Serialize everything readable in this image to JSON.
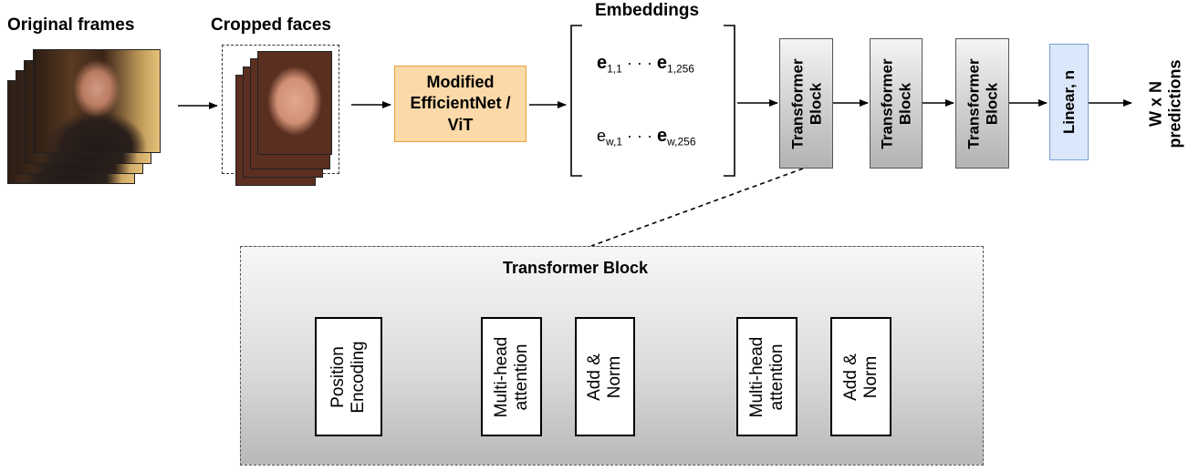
{
  "labels": {
    "original_frames": "Original frames",
    "cropped_faces": "Cropped faces",
    "embeddings": "Embeddings",
    "transformer_block_title": "Transformer Block"
  },
  "model": {
    "line1": "Modified",
    "line2": "EfficientNet /",
    "line3": "ViT"
  },
  "embeddings": {
    "row1": {
      "first": "e",
      "first_sub": "1,1",
      "dots": "· · ·",
      "last": "e",
      "last_sub": "1,256"
    },
    "row2": {
      "first": "e",
      "first_sub": "w,1",
      "dots": "· · ·",
      "last": "e",
      "last_sub": "w,256"
    }
  },
  "blocks": {
    "transformer_1": "Transformer Block",
    "transformer_2": "Transformer Block",
    "transformer_3": "Transformer Block",
    "linear": "Linear, n",
    "output_line1": "W x N",
    "output_line2": "predictions"
  },
  "inner": {
    "position_encoding": "Position Encoding",
    "multihead_1": "Multi-head attention",
    "addnorm_1": "Add & Norm",
    "multihead_2": "Multi-head attention",
    "addnorm_2": "Add & Norm"
  },
  "colors": {
    "model_fill": "#fcd9a8",
    "model_border": "#e3a43a",
    "linear_fill": "#dbe8fb",
    "linear_border": "#7a9fd1"
  }
}
